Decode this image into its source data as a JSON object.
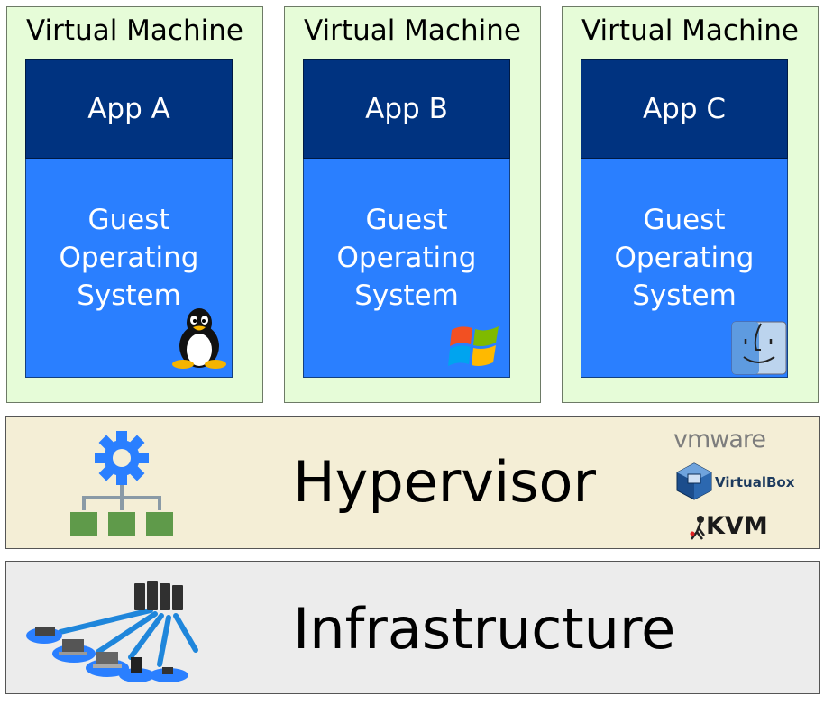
{
  "virtual_machines": [
    {
      "title": "Virtual Machine",
      "app": "App A",
      "guest_os": "Guest Operating System",
      "os_logo": "linux-tux-icon"
    },
    {
      "title": "Virtual Machine",
      "app": "App B",
      "guest_os": "Guest Operating System",
      "os_logo": "windows-icon"
    },
    {
      "title": "Virtual Machine",
      "app": "App C",
      "guest_os": "Guest Operating System",
      "os_logo": "mac-finder-icon"
    }
  ],
  "hypervisor": {
    "title": "Hypervisor",
    "icon": "hierarchy-gear-icon",
    "brands": {
      "vmware": "vmware",
      "virtualbox": "VirtualBox",
      "kvm": "KVM"
    }
  },
  "infrastructure": {
    "title": "Infrastructure",
    "icon": "network-servers-icon"
  },
  "colors": {
    "vm_background": "#e6fcd8",
    "app_background": "#003380",
    "guest_background": "#2a7fff",
    "hypervisor_background": "#f4eed6",
    "infrastructure_background": "#ececec"
  }
}
